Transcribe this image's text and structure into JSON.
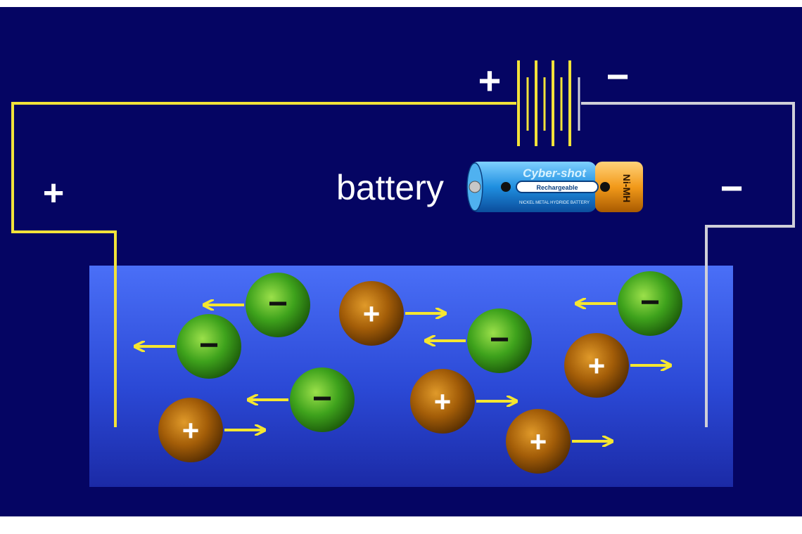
{
  "colors": {
    "background": "#050563",
    "panel_fill": "#3f66f0",
    "wire_positive": "#f2e23a",
    "wire_negative": "#cfcfd8",
    "anion": "#3aa61f",
    "cation": "#9c5a08",
    "arrow": "#f5e630"
  },
  "labels": {
    "battery_word": "battery",
    "battery_plus": "+",
    "battery_minus": "−",
    "electrode_plus": "+",
    "electrode_minus": "−"
  },
  "battery_image": {
    "brand": "Cyber-shot",
    "chemistry": "Ni-MH",
    "band_text": "Rechargeable",
    "fine_print": "NICKEL METAL HYDRIDE BATTERY"
  },
  "ions": [
    {
      "kind": "anion",
      "symbol": "−",
      "direction": "left"
    },
    {
      "kind": "anion",
      "symbol": "−",
      "direction": "left"
    },
    {
      "kind": "anion",
      "symbol": "−",
      "direction": "left"
    },
    {
      "kind": "anion",
      "symbol": "−",
      "direction": "left"
    },
    {
      "kind": "anion",
      "symbol": "−",
      "direction": "left"
    },
    {
      "kind": "cation",
      "symbol": "+",
      "direction": "right"
    },
    {
      "kind": "cation",
      "symbol": "+",
      "direction": "right"
    },
    {
      "kind": "cation",
      "symbol": "+",
      "direction": "right"
    },
    {
      "kind": "cation",
      "symbol": "+",
      "direction": "right"
    },
    {
      "kind": "cation",
      "symbol": "+",
      "direction": "right"
    }
  ]
}
